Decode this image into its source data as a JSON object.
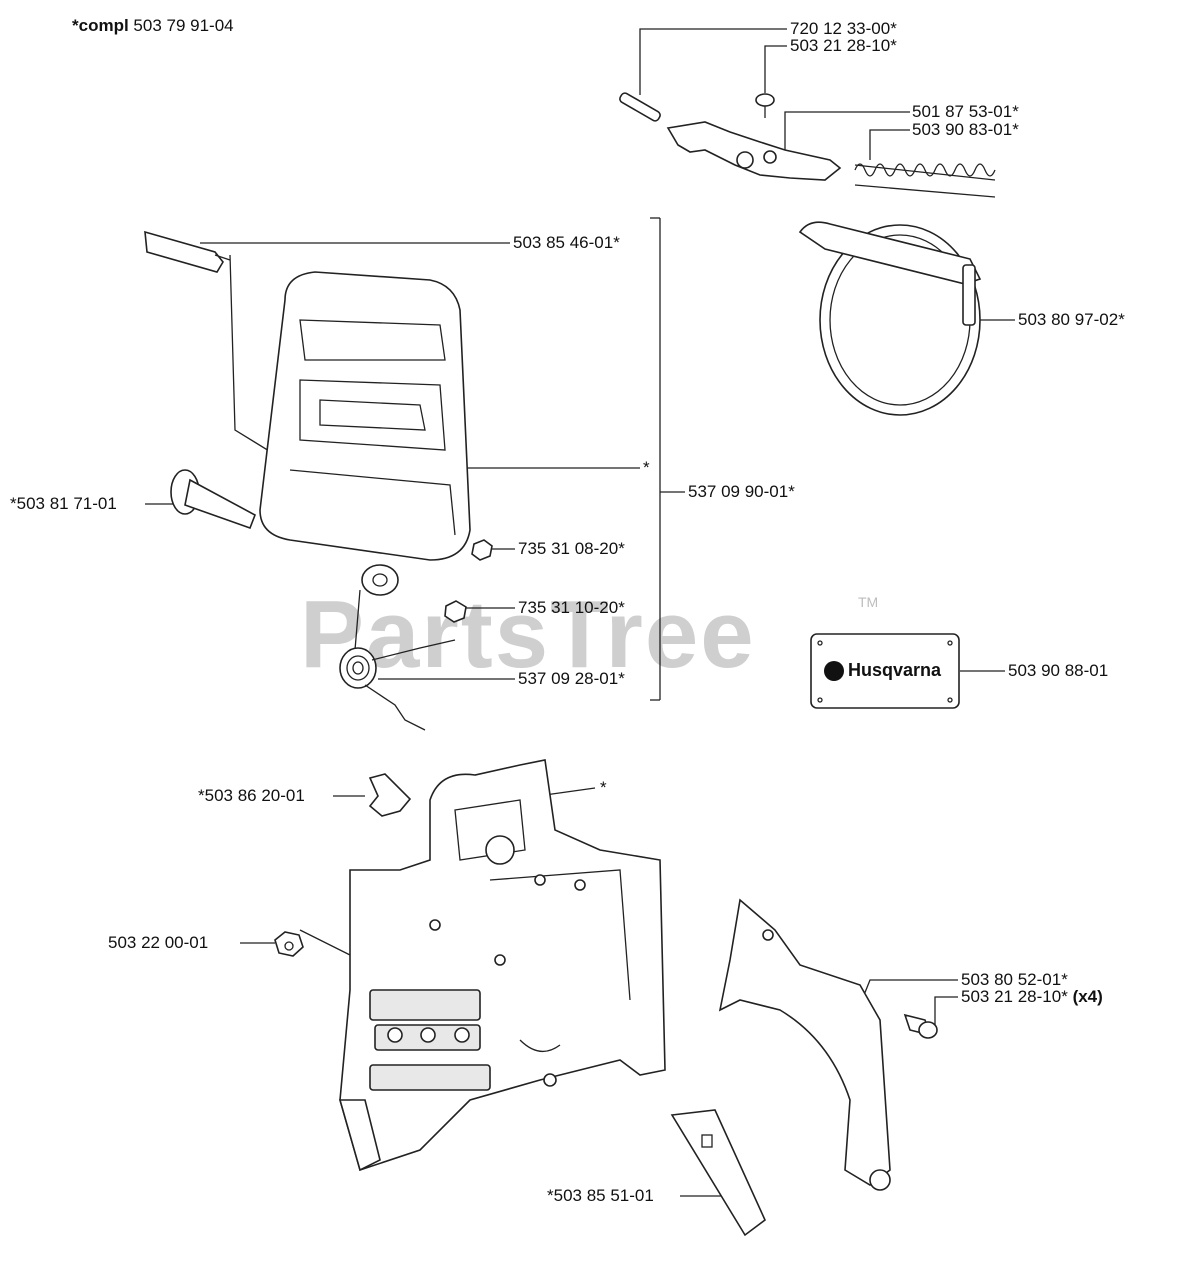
{
  "header": {
    "compl_prefix": "*compl",
    "compl_number": "503 79 91-04"
  },
  "watermark": {
    "text": "PartsTree",
    "trademark": "TM"
  },
  "decal": {
    "brand": "Husqvarna"
  },
  "labels": {
    "p1": "720 12 33-00*",
    "p2": "503 21 28-10*",
    "p3": "501 87 53-01*",
    "p4": "503 90 83-01*",
    "p5": "503 85 46-01*",
    "p6": "503 80 97-02*",
    "p7": "*",
    "p8": "537 09 90-01*",
    "p9": "*503 81 71-01",
    "p10": "735 31 08-20*",
    "p11": "735 31 10-20*",
    "p12": "537 09 28-01*",
    "p13": "503 90 88-01",
    "p14": "*503 86 20-01",
    "p15": "*",
    "p16": "503 22 00-01",
    "p17": "503 80 52-01*",
    "p18": "503 21 28-10*",
    "p18_qty": "(x4)",
    "p19": "*503 85 51-01"
  }
}
